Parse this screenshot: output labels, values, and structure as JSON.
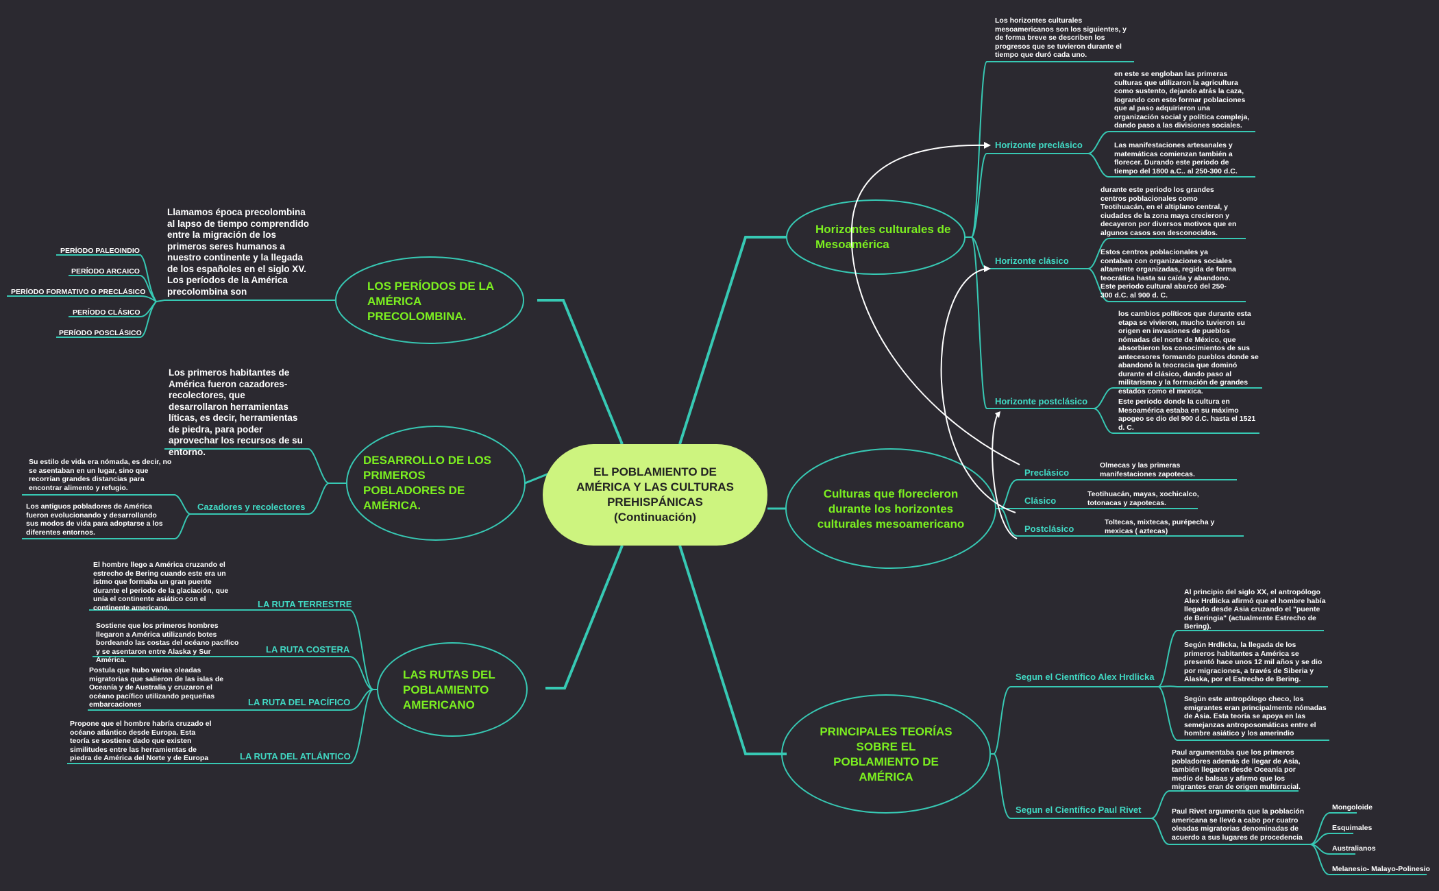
{
  "center": {
    "title": "EL POBLAMIENTO DE AMÉRICA Y LAS CULTURAS PREHISPÁNICAS (Continuación)"
  },
  "left": {
    "periodos": {
      "title": "LOS PERÍODOS DE LA AMÉRICA PRECOLOMBINA.",
      "text": "Llamamos época precolombina al lapso de tiempo comprendido entre la migración de los primeros seres humanos a nuestro continente y la llegada de los españoles en el siglo XV. Los períodos de la América precolombina son",
      "items": [
        "PERÍODO PALEOINDIO",
        "PERÍODO ARCAICO",
        "PERÍODO FORMATIVO O PRECLÁSICO",
        "PERÍODO CLÁSICO",
        "PERÍODO POSCLÁSICO"
      ]
    },
    "desarrollo": {
      "title": "DESARROLLO DE LOS PRIMEROS POBLADORES DE AMÉRICA.",
      "text": "Los primeros habitantes de América fueron cazadores-recolectores, que desarrollaron herramientas líticas, es decir, herramientas de piedra, para poder aprovechar los recursos de su entorno.",
      "label": "Cazadores y recolectores",
      "sub1": "Su estilo de vida era nómada, es decir, no se asentaban en un lugar, sino que recorrían grandes distancias para encontrar alimento y refugio.",
      "sub2": "Los antiguos pobladores de América fueron evolucionando y desarrollando sus modos de vida para adoptarse a los diferentes entornos."
    },
    "rutas": {
      "title": "LAS RUTAS DEL POBLAMIENTO AMERICANO",
      "items": [
        {
          "label": "LA RUTA TERRESTRE",
          "text": "El hombre llego a América cruzando el estrecho de Bering cuando este era un istmo que formaba un gran puente durante el periodo de la glaciación, que unía el continente asiático con el continente americano."
        },
        {
          "label": "LA RUTA COSTERA",
          "text": "Sostiene que los primeros hombres llegaron a América utilizando botes bordeando las costas del océano pacífico y se asentaron entre Alaska y Sur América."
        },
        {
          "label": "LA RUTA DEL PACÍFICO",
          "text": "Postula que hubo varias oleadas migratorias que salieron de las islas de Oceanía y de Australia y cruzaron el océano pacífico utilizando pequeñas embarcaciones"
        },
        {
          "label": "LA RUTA DEL ATLÁNTICO",
          "text": "Propone que el hombre habría cruzado el océano atlántico desde Europa. Esta teoría se sostiene dado que existen similitudes entre las herramientas de piedra de América del Norte y de Europa"
        }
      ]
    }
  },
  "right": {
    "horizontes": {
      "title": "Horizontes culturales de Mesoamérica",
      "intro": "Los horizontes culturales mesoamericanos son los siguientes, y de forma breve se describen los progresos que se tuvieron durante el tiempo que duró cada uno.",
      "preclasico": {
        "label": "Horizonte preclásico",
        "t1": "en este se engloban las primeras culturas que utilizaron la agricultura como sustento, dejando atrás la caza, logrando con esto formar poblaciones que al paso adquirieron una organización social y política compleja, dando paso a las divisiones sociales.",
        "t2": "Las manifestaciones artesanales y matemáticas comienzan también a florecer. Durando este periodo de tiempo del 1800 a.C.. al 250-300 d.C."
      },
      "clasico": {
        "label": "Horizonte clásico",
        "t1": "durante este periodo los grandes centros poblacionales como Teotihuacán, en el altiplano central, y ciudades de la zona maya crecieron y decayeron por diversos motivos que en algunos casos son desconocidos.",
        "t2": "Estos centros poblacionales ya contaban con organizaciones sociales altamente organizadas, regida de forma teocrática hasta su caída y abandono. Este periodo cultural abarcó del 250-300 d.C. al 900 d. C."
      },
      "postclasico": {
        "label": "Horizonte postclásico",
        "t1": "los cambios políticos que durante esta etapa se vivieron, mucho tuvieron su origen en invasiones de pueblos nómadas del norte de México, que absorbieron los conocimientos de sus antecesores formando pueblos donde se abandonó la teocracia que dominó durante el clásico, dando paso al militarismo y la formación de grandes estados como el mexica.",
        "t2": "Este periodo donde la cultura en Mesoamérica estaba en su máximo apogeo se dio del 900 d.C. hasta el 1521 d. C."
      }
    },
    "culturas": {
      "title": "Culturas que florecieron durante los horizontes culturales mesoamericano",
      "items": [
        {
          "label": "Preclásico",
          "text": "Olmecas y las primeras manifestaciones zapotecas."
        },
        {
          "label": "Clásico",
          "text": "Teotihuacán, mayas, xochicalco, totonacas y zapotecas."
        },
        {
          "label": "Postclásico",
          "text": "Toltecas, mixtecas, purépecha y mexicas ( aztecas)"
        }
      ]
    },
    "teorias": {
      "title": "PRINCIPALES TEORÍAS SOBRE EL POBLAMIENTO DE AMÉRICA",
      "hrdlicka": {
        "label": "Segun el Científico Alex Hrdlicka",
        "t1": "Al principio del siglo XX, el antropólogo Alex Hrdlicka afirmó que el hombre había llegado desde Asia cruzando el \"puente de Beringia\" (actualmente Estrecho de Bering).",
        "t2": "Según Hrdlicka, la llegada de los primeros habitantes a América se presentó hace unos 12 mil años y se dio por migraciones, a través de Siberia y Alaska, por el Estrecho de Bering.",
        "t3": "Según este antropólogo checo, los emigrantes eran principalmente nómadas de Asia. Esta teoría se apoya en las semejanzas antroposomáticas entre el hombre asiático y los amerindio"
      },
      "rivet": {
        "label": "Segun el Científico Paul Rivet",
        "t1": "Paul argumentaba que los primeros pobladores además de llegar de Asia, también llegaron desde Oceanía por medio de balsas y afirmo que los migrantes eran de origen multirracial.",
        "t2": "Paul Rivet argumenta que la población americana se llevó a cabo por cuatro oleadas migratorias denominadas de acuerdo a sus lugares de procedencia",
        "oleadas": [
          "Mongoloide",
          "Esquimales",
          "Australianos",
          "Melanesio- Malayo-Polinesio"
        ]
      }
    }
  }
}
